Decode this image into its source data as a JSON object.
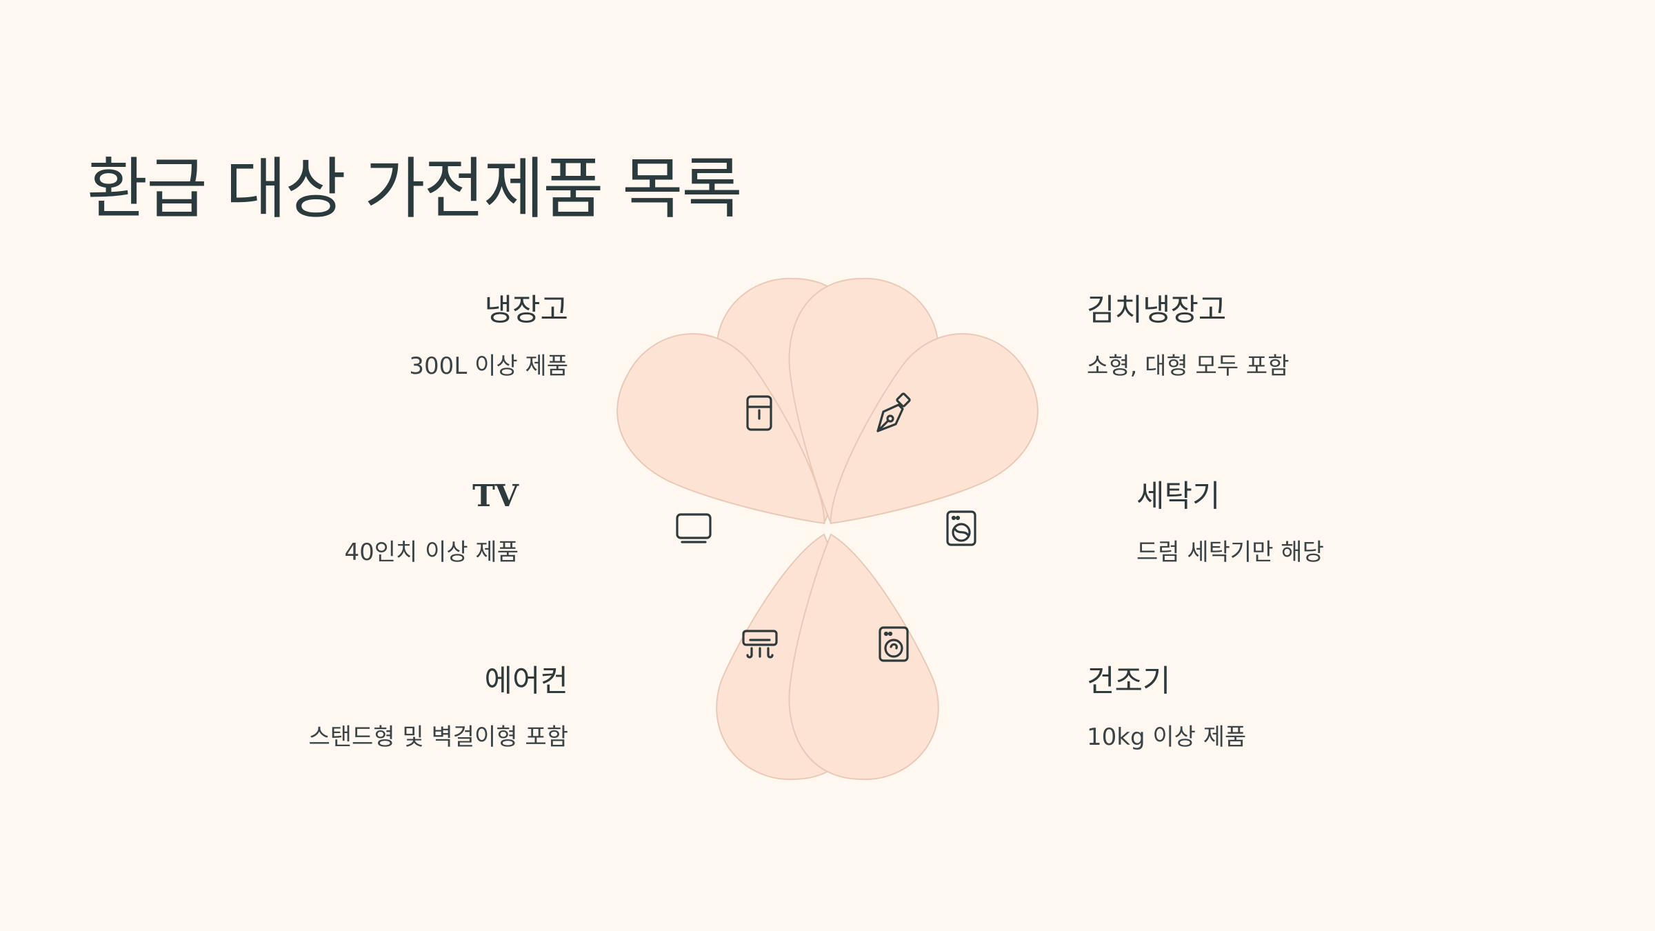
{
  "title": "환급 대상 가전제품 목록",
  "colors": {
    "background": "#fff8f1",
    "petal_fill": "#fde3d3",
    "petal_stroke": "#e9c9b5",
    "icon": "#2e3a3c",
    "text": "#2e3a3c"
  },
  "items": {
    "fridge": {
      "name": "냉장고",
      "desc": "300L 이상 제품",
      "icon": "refrigerator-icon"
    },
    "kimchi": {
      "name": "김치냉장고",
      "desc": "소형, 대형 모두 포함",
      "icon": "pen-nib-icon"
    },
    "tv": {
      "name": "TV",
      "desc": "40인치 이상 제품",
      "icon": "tv-icon"
    },
    "washer": {
      "name": "세탁기",
      "desc": "드럼 세탁기만 해당",
      "icon": "washing-machine-icon"
    },
    "aircon": {
      "name": "에어컨",
      "desc": "스탠드형 및 벽걸이형 포함",
      "icon": "air-conditioner-icon"
    },
    "dryer": {
      "name": "건조기",
      "desc": "10kg 이상 제품",
      "icon": "dryer-icon"
    }
  }
}
